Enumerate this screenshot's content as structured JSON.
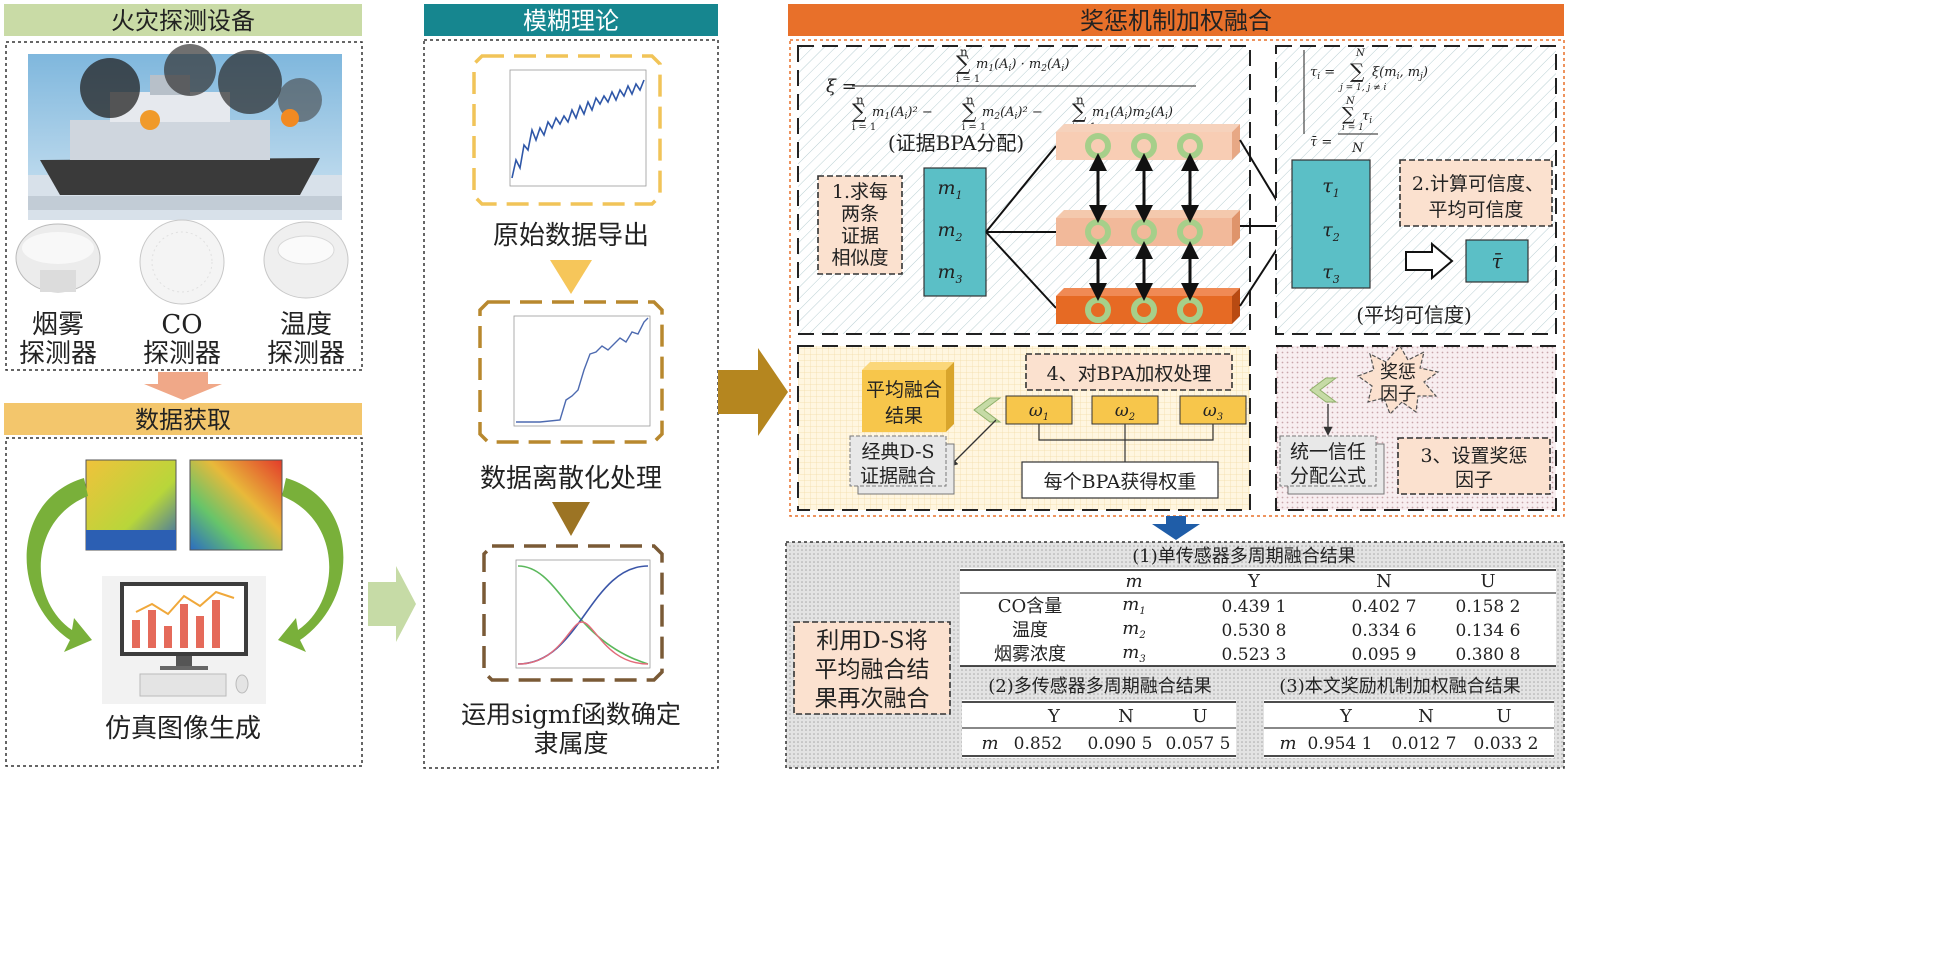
{
  "panels": {
    "fire": {
      "title": "火灾探测设备",
      "detectors": [
        {
          "line1": "烟雾",
          "line2": "探测器"
        },
        {
          "line1": "CO",
          "line2": "探测器"
        },
        {
          "line1": "温度",
          "line2": "探测器"
        }
      ]
    },
    "acquisition": {
      "title": "数据获取",
      "caption": "仿真图像生成"
    },
    "fuzzy": {
      "title": "模糊理论",
      "steps": [
        {
          "label": "原始数据导出"
        },
        {
          "label": "数据离散化处理"
        },
        {
          "label1": "运用sigmf函数确定",
          "label2": "隶属度"
        }
      ]
    },
    "fusion": {
      "title": "奖惩机制加权融合",
      "bpa_label": "(证据BPA分配)",
      "similarity_box": [
        "1.求每",
        "两条",
        "证据",
        "相似度"
      ],
      "m_nodes": [
        "m",
        "m",
        "m"
      ],
      "m_subs": [
        "1",
        "2",
        "3"
      ],
      "tau_nodes": [
        "τ",
        "τ",
        "τ"
      ],
      "tau_subs": [
        "1",
        "2",
        "3"
      ],
      "credibility_box": [
        "2.计算可信度、",
        "平均可信度"
      ],
      "tau_bar": "τ̄",
      "avg_cred_label": "(平均可信度)",
      "avg_result_box": [
        "平均融合",
        "结果"
      ],
      "bpa_weight_box": "4、对BPA加权处理",
      "omegas": [
        "ω",
        "ω",
        "ω"
      ],
      "omega_subs": [
        "1",
        "2",
        "3"
      ],
      "ds_box": [
        "经典D-S",
        "证据融合"
      ],
      "weight_label": "每个BPA获得权重",
      "reward_factor": [
        "奖惩",
        "因子"
      ],
      "unified_box": [
        "统一信任",
        "分配公式"
      ],
      "set_factor_box": [
        "3、设置奖惩",
        "因子"
      ]
    },
    "results": {
      "side_box": [
        "利用D-S将",
        "平均融合结",
        "果再次融合"
      ],
      "table1": {
        "title": "(1)单传感器多周期融合结果",
        "headers": [
          "",
          "m",
          "Y",
          "N",
          "U"
        ],
        "rows": [
          [
            "CO含量",
            "m",
            "0.439 1",
            "0.402 7",
            "0.158 2"
          ],
          [
            "温度",
            "m",
            "0.530 8",
            "0.334 6",
            "0.134 6"
          ],
          [
            "烟雾浓度",
            "m",
            "0.523 3",
            "0.095 9",
            "0.380 8"
          ]
        ],
        "subs": [
          "1",
          "2",
          "3"
        ]
      },
      "table2": {
        "title": "(2)多传感器多周期融合结果",
        "headers": [
          "",
          "Y",
          "N",
          "U"
        ],
        "row": [
          "m",
          "0.852",
          "0.090 5",
          "0.057 5"
        ]
      },
      "table3": {
        "title": "(3)本文奖励机制加权融合结果",
        "headers": [
          "",
          "Y",
          "N",
          "U"
        ],
        "row": [
          "m",
          "0.954 1",
          "0.012 7",
          "0.033 2"
        ]
      }
    }
  },
  "colors": {
    "green_header": "#c9dba6",
    "teal_header": "#16868f",
    "orange_header": "#e8702a",
    "yellow_header": "#f3c66c",
    "teal_box": "#5bbfc6",
    "peach_box": "#fbe1cf",
    "node_dark": "#e66a24",
    "node_light": "#f2b99a",
    "yellow_box": "#f7c64b"
  }
}
